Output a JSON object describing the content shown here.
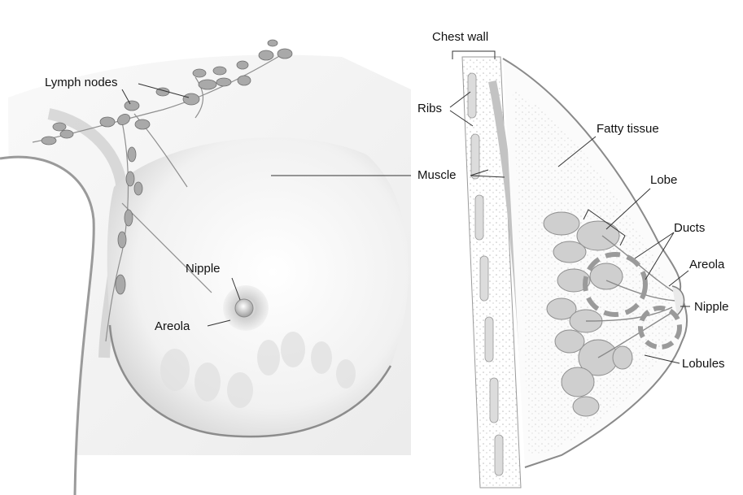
{
  "labels": {
    "lymph_nodes": "Lymph nodes",
    "nipple_front": "Nipple",
    "areola_front": "Areola",
    "chest_wall": "Chest wall",
    "ribs": "Ribs",
    "muscle": "Muscle",
    "fatty_tissue": "Fatty tissue",
    "lobe": "Lobe",
    "ducts": "Ducts",
    "areola_side": "Areola",
    "nipple_side": "Nipple",
    "lobules": "Lobules"
  },
  "colors": {
    "ink": "#111111",
    "leader_line": "#333333",
    "skin_shade": "#d9d9d9",
    "node_fill": "#a9a9a9",
    "highlight_dash": "#9a9a9a"
  }
}
